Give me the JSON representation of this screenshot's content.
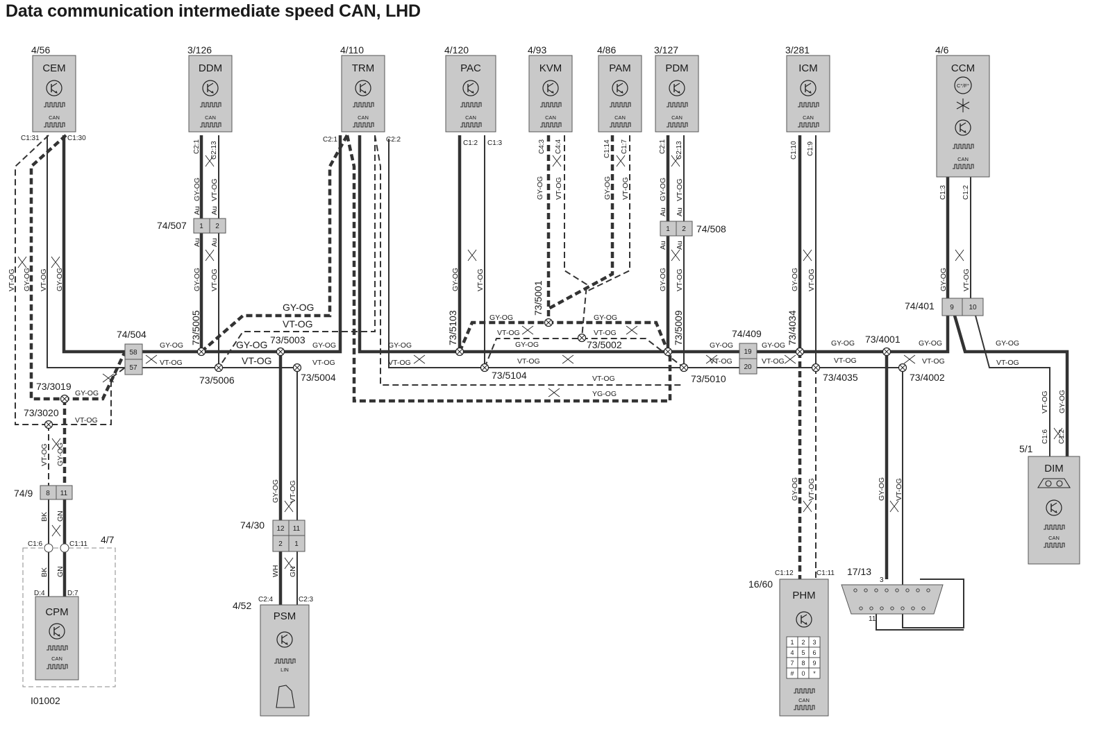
{
  "title": "Data communication intermediate speed CAN, LHD",
  "drawing_id": "I01002",
  "modules": [
    {
      "id": "CEM",
      "ref": "4/56",
      "name": "CEM",
      "icon": "transistor-icon",
      "bus": "CAN",
      "pins": [
        "C1:31",
        "C1:30"
      ]
    },
    {
      "id": "DDM",
      "ref": "3/126",
      "name": "DDM",
      "icon": "transistor-icon",
      "bus": "CAN",
      "pins": [
        "C2:1",
        "C2:13"
      ]
    },
    {
      "id": "TRM",
      "ref": "4/110",
      "name": "TRM",
      "icon": "transistor-icon",
      "bus": "CAN",
      "pins": [
        "C2:1",
        "C2:2"
      ]
    },
    {
      "id": "PAC",
      "ref": "4/120",
      "name": "PAC",
      "icon": "transistor-icon",
      "bus": "CAN",
      "pins": [
        "C1:2",
        "C1:3"
      ]
    },
    {
      "id": "KVM",
      "ref": "4/93",
      "name": "KVM",
      "icon": "transistor-icon",
      "bus": "CAN",
      "pins": [
        "C4:3",
        "C4:4"
      ]
    },
    {
      "id": "PAM",
      "ref": "4/86",
      "name": "PAM",
      "icon": "transistor-icon",
      "bus": "CAN",
      "pins": [
        "C1:14",
        "C1:7"
      ]
    },
    {
      "id": "PDM",
      "ref": "3/127",
      "name": "PDM",
      "icon": "transistor-icon",
      "bus": "CAN",
      "pins": [
        "C2:1",
        "C2:13"
      ]
    },
    {
      "id": "ICM",
      "ref": "3/281",
      "name": "ICM",
      "icon": "transistor-icon",
      "bus": "CAN",
      "pins": [
        "C1:10",
        "C1:9"
      ]
    },
    {
      "id": "CCM",
      "ref": "4/6",
      "name": "CCM",
      "icon": "transistor-icon",
      "bus": "CAN",
      "pins": [
        "C1:3",
        "C1:2"
      ],
      "temp_label": "C°/F°"
    },
    {
      "id": "DIM",
      "ref": "5/1",
      "name": "DIM",
      "icon": "transistor-icon",
      "bus": "CAN",
      "pins": [
        "C1:6",
        "C1:2"
      ]
    },
    {
      "id": "CPM",
      "ref": "4/7",
      "name": "CPM",
      "icon": "transistor-icon",
      "bus": "CAN",
      "pins": [
        "D:4",
        "D:7"
      ],
      "upper_pins": [
        "C1:6",
        "C1:11"
      ]
    },
    {
      "id": "PSM",
      "ref": "4/52",
      "name": "PSM",
      "icon": "transistor-icon",
      "bus": "LIN",
      "pins": [
        "C2:4",
        "C2:3"
      ]
    },
    {
      "id": "PHM",
      "ref": "16/60",
      "name": "PHM",
      "icon": "transistor-icon",
      "bus": "CAN",
      "pins": [
        "C1:12",
        "C1:11"
      ],
      "keypad": [
        "1",
        "2",
        "3",
        "4",
        "5",
        "6",
        "7",
        "8",
        "9",
        "#",
        "0",
        "*"
      ]
    }
  ],
  "connectors": [
    {
      "ref": "74/504",
      "pins": [
        "58",
        "57"
      ]
    },
    {
      "ref": "74/507",
      "pins": [
        "1",
        "2"
      ]
    },
    {
      "ref": "74/508",
      "pins": [
        "1",
        "2"
      ]
    },
    {
      "ref": "74/409",
      "pins": [
        "19",
        "20"
      ]
    },
    {
      "ref": "74/401",
      "pins": [
        "9",
        "10"
      ]
    },
    {
      "ref": "74/9",
      "pins": [
        "8",
        "11"
      ]
    },
    {
      "ref": "74/30",
      "pins": [
        "12",
        "11",
        "2",
        "1"
      ]
    }
  ],
  "diagnostic_connector": {
    "ref": "17/13",
    "pins": [
      "3",
      "11"
    ]
  },
  "nodes": [
    "73/3019",
    "73/3020",
    "73/5005",
    "73/5006",
    "73/5003",
    "73/5004",
    "73/5103",
    "73/5104",
    "73/5001",
    "73/5002",
    "73/5009",
    "73/5010",
    "73/4034",
    "73/4035",
    "73/4001",
    "73/4002"
  ],
  "wire_colors": {
    "gy_og": "GY-OG",
    "vt_og": "VT-OG",
    "yg_og": "YG-OG",
    "bk": "BK",
    "gn": "GN",
    "wh": "WH",
    "au": "Au"
  },
  "colors": {
    "module_fill": "#c9c9c9",
    "wire": "#333333",
    "connector_fill": "#c9c9c9"
  }
}
